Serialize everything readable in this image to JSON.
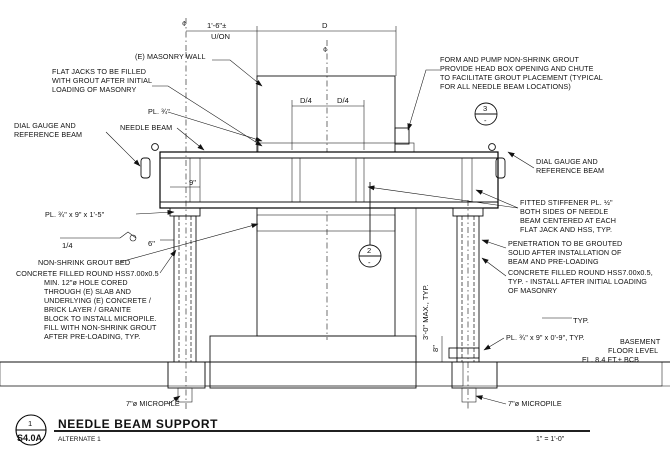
{
  "notes": {
    "masonry_wall": "(E) MASONRY WALL",
    "flat_jacks": [
      "FLAT JACKS TO BE FILLED",
      "WITH GROUT AFTER INITIAL",
      "LOADING OF MASONRY"
    ],
    "plate_top": "PL. ¾\"",
    "needle_beam": "NEEDLE BEAM",
    "dial_gauge_left": [
      "DIAL GAUGE AND",
      "REFERENCE BEAM"
    ],
    "form_pump": [
      "FORM AND PUMP NON-SHRINK GROUT",
      "PROVIDE HEAD BOX OPENING AND CHUTE",
      "TO FACILITATE GROUT PLACEMENT (TYPICAL",
      "FOR ALL NEEDLE BEAM LOCATIONS)"
    ],
    "dial_gauge_right": [
      "DIAL GAUGE AND",
      "REFERENCE BEAM"
    ],
    "plate_left": "PL. ¾\" x 9\" x 1'-5\"",
    "fitted_stiffener": [
      "FITTED STIFFENER PL. ½\"",
      "BOTH SIDES OF NEEDLE",
      "BEAM CENTERED AT EACH",
      "FLAT JACK AND HSS, TYP."
    ],
    "penetration": [
      "PENETRATION TO BE GROUTED",
      "SOLID AFTER INSTALLATION OF",
      "BEAM AND PRE-LOADING"
    ],
    "non_shrink_bed": "NON-SHRINK GROUT BED",
    "hss_left": [
      "CONCRETE FILLED ROUND HSS7.00x0.5",
      "MIN. 12\"ø HOLE CORED",
      "THROUGH (E) SLAB AND",
      "UNDERLYING (E) CONCRETE /",
      "BRICK LAYER / GRANITE",
      "BLOCK TO INSTALL MICROPILE.",
      "FILL WITH NON-SHRINK GROUT",
      "AFTER PRE-LOADING, TYP."
    ],
    "hss_right": [
      "CONCRETE FILLED ROUND HSS7.00x0.5,",
      "TYP. - INSTALL AFTER INITIAL LOADING",
      "OF MASONRY"
    ],
    "plate_right": "PL. ¾\" x 9\" x 0'-9\", TYP.",
    "basement": [
      "BASEMENT",
      "FLOOR LEVEL",
      "EL. 8.4 FT.± BCB"
    ],
    "micropile_left": "7\"ø MICROPILE",
    "micropile_right": "7\"ø MICROPILE"
  },
  "dimensions": {
    "offset": "1'-6\"±",
    "offset_unit": "U/ON",
    "width": "D",
    "quarter_left": "D/4",
    "quarter_right": "D/4",
    "nine_top": "9\"",
    "six": "6\"",
    "eight": "8\"",
    "max_height": "3'-0\" MAX., TYP.",
    "typ": "TYP.",
    "weld_size": "1/4"
  },
  "symbols": {
    "centerline": "¢",
    "section_3_number": "3",
    "section_3_sheet": "-",
    "section_2_number": "2",
    "section_2_sheet": "-"
  },
  "title_block": {
    "detail_number": "1",
    "sheet": "S4.0A",
    "title": "NEEDLE BEAM SUPPORT",
    "subtitle": "ALTERNATE 1",
    "scale": "1\" = 1'-0\""
  }
}
